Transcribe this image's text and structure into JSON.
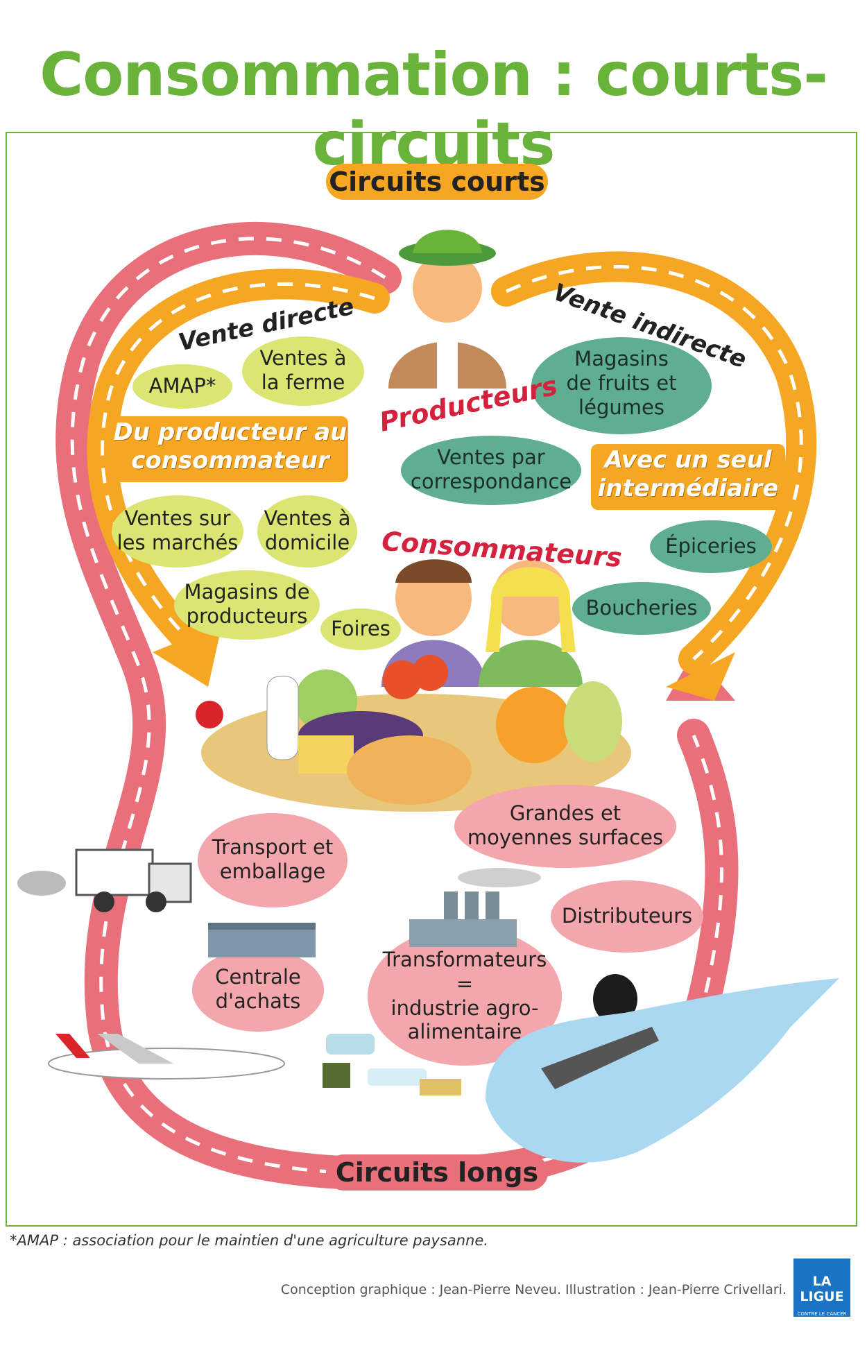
{
  "title": "Consommation : courts-circuits",
  "circuits_courts": "Circuits courts",
  "circuits_longs": "Circuits longs",
  "vente_directe": "Vente directe",
  "vente_indirecte": "Vente indirecte",
  "producteurs": "Producteurs",
  "consommateurs": "Consommateurs",
  "du_producteur": [
    "Du producteur au",
    "consommateur"
  ],
  "avec_un_seul": [
    "Avec un seul",
    "intermédiaire"
  ],
  "direct_items": {
    "amap": "AMAP*",
    "ferme": [
      "Ventes à",
      "la ferme"
    ],
    "marches": [
      "Ventes sur",
      "les marchés"
    ],
    "domicile": [
      "Ventes à",
      "domicile"
    ],
    "magasins_prod": [
      "Magasins de",
      "producteurs"
    ],
    "foires": "Foires"
  },
  "indirect_items": {
    "fruits": [
      "Magasins",
      "de fruits et",
      "légumes"
    ],
    "correspondance": [
      "Ventes par",
      "correspondance"
    ],
    "epiceries": "Épiceries",
    "boucheries": "Boucheries"
  },
  "long_items": {
    "gms": [
      "Grandes et",
      "moyennes surfaces"
    ],
    "transport": [
      "Transport et",
      "emballage"
    ],
    "distributeurs": "Distributeurs",
    "centrale": [
      "Centrale",
      "d'achats"
    ],
    "transformateurs": [
      "Transformateurs",
      "=",
      "industrie agro-",
      "alimentaire"
    ]
  },
  "footnote": "*AMAP : association pour le maintien d'une agriculture paysanne.",
  "credits": "Conception graphique : Jean-Pierre Neveu. Illustration : Jean-Pierre Crivellari.",
  "logo": {
    "line1": "LA LIGUE",
    "line2": "CONTRE LE CANCER"
  },
  "colors": {
    "title_green": "#6ab33b",
    "orange": "#f5a623",
    "red_road": "#e9707a",
    "yellow_oval": "#dbe571",
    "teal_oval": "#5fae90",
    "pink_oval": "#f3a7ad"
  }
}
